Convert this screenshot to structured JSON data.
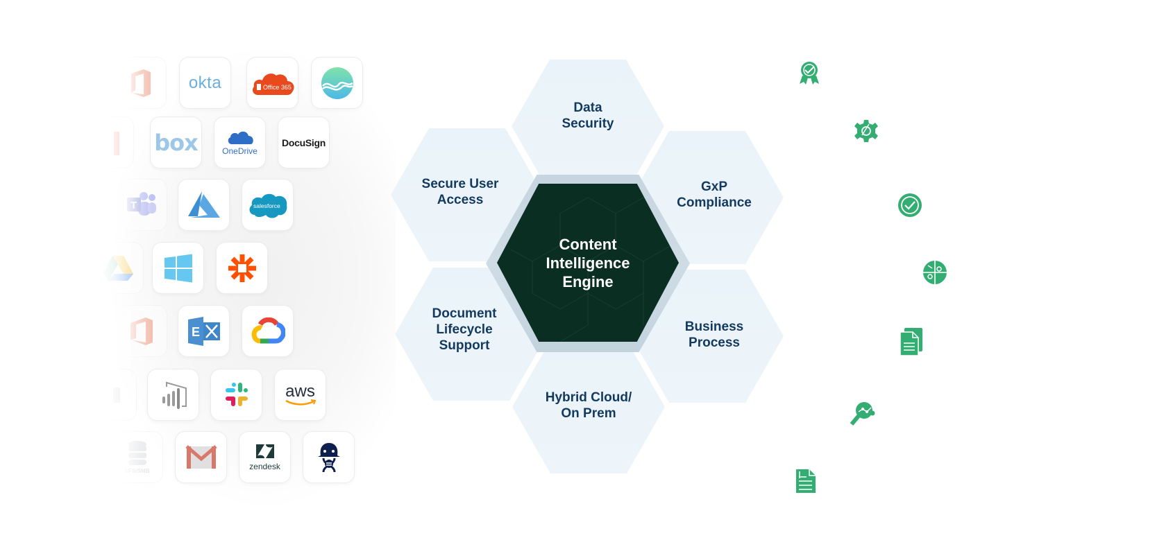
{
  "diagram": {
    "center": {
      "label": "Content\nIntelligence\nEngine",
      "color": "#0a2e22"
    },
    "hexes": [
      {
        "id": "data-security",
        "label": "Data\nSecurity"
      },
      {
        "id": "secure-user-access",
        "label": "Secure User\nAccess"
      },
      {
        "id": "gxp-compliance",
        "label": "GxP\nCompliance"
      },
      {
        "id": "document-lifecycle-support",
        "label": "Document\nLifecycle\nSupport"
      },
      {
        "id": "business-process",
        "label": "Business\nProcess"
      },
      {
        "id": "hybrid-cloud-on-prem",
        "label": "Hybrid Cloud/\nOn Prem"
      }
    ],
    "label_color": "#133a5e",
    "hex_fill": "#ecf4fa"
  },
  "integrations": {
    "rows": [
      [
        "Office",
        "okta",
        "Office 365",
        "Wave"
      ],
      [
        "Office",
        "box",
        "OneDrive",
        "DocuSign"
      ],
      [
        "Teams",
        "Azure",
        "salesforce"
      ],
      [
        "Google Drive",
        "Windows",
        "Zapier"
      ],
      [
        "Office",
        "Exchange",
        "Google Cloud"
      ],
      [
        "Code",
        "Power BI",
        "Slack",
        "aws"
      ],
      [
        "NFS/SMB",
        "Gmail",
        "zendesk",
        "Bio Agent"
      ]
    ],
    "nfs_label": "NFS/SMB"
  },
  "feature_icons": {
    "color": "#34ad72",
    "items": [
      "award-icon",
      "gear-icon",
      "check-circle-icon",
      "globe-icon",
      "documents-icon",
      "analytics-search-icon",
      "document-list-icon"
    ]
  }
}
